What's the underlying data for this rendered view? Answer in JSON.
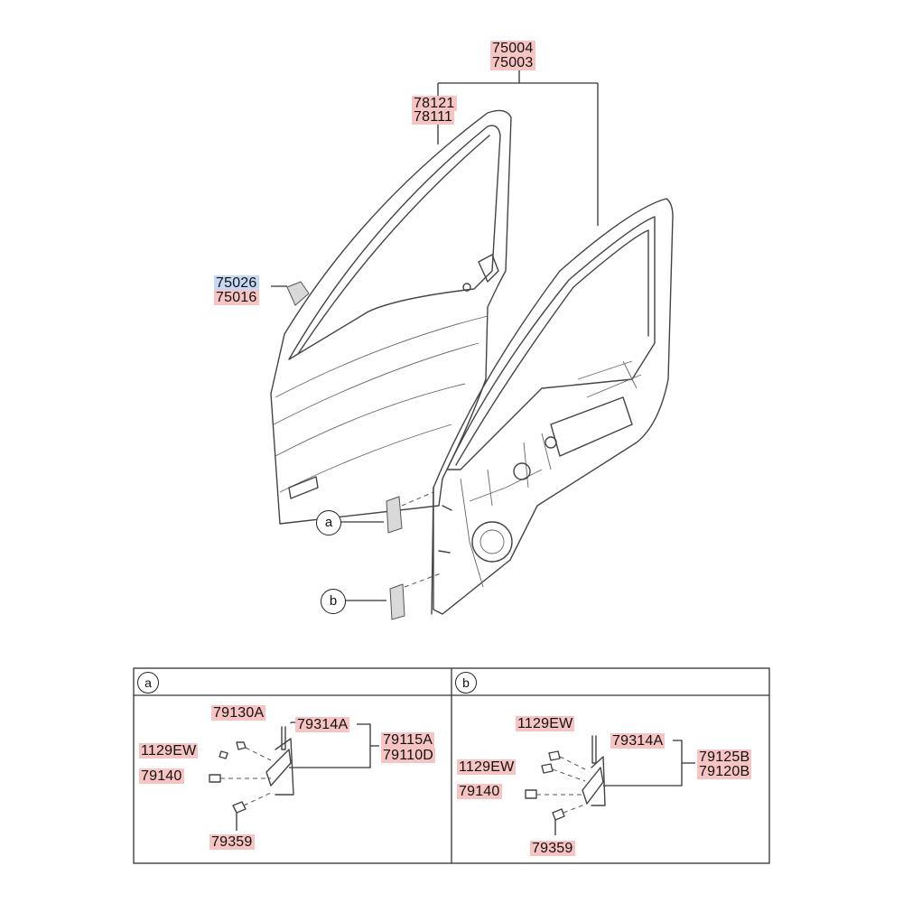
{
  "labels": {
    "door_assy_rh": "75004",
    "door_assy_lh": "75003",
    "weatherstrip_rh": "78121",
    "weatherstrip_lh": "78111",
    "flap_rh": "75026",
    "flap_lh": "75016"
  },
  "detail_a": {
    "marker": "a",
    "parts": {
      "upper_bolt": "79130A",
      "washer_bolt": "1129EW",
      "bolt": "79140",
      "pin": "79314A",
      "hinge_assy_1": "79115A",
      "hinge_assy_2": "79110D",
      "lower_bolt": "79359"
    }
  },
  "detail_b": {
    "marker": "b",
    "parts": {
      "upper_bolt": "1129EW",
      "pin": "79314A",
      "washer_bolt": "1129EW",
      "hinge_assy_1": "79125B",
      "hinge_assy_2": "79120B",
      "bolt": "79140",
      "lower_bolt": "79359"
    }
  },
  "callouts": {
    "a": "a",
    "b": "b"
  },
  "colors": {
    "label_highlight": "#f6c4c2",
    "label_highlight_blue": "#c7d8f4",
    "line": "#333333"
  }
}
